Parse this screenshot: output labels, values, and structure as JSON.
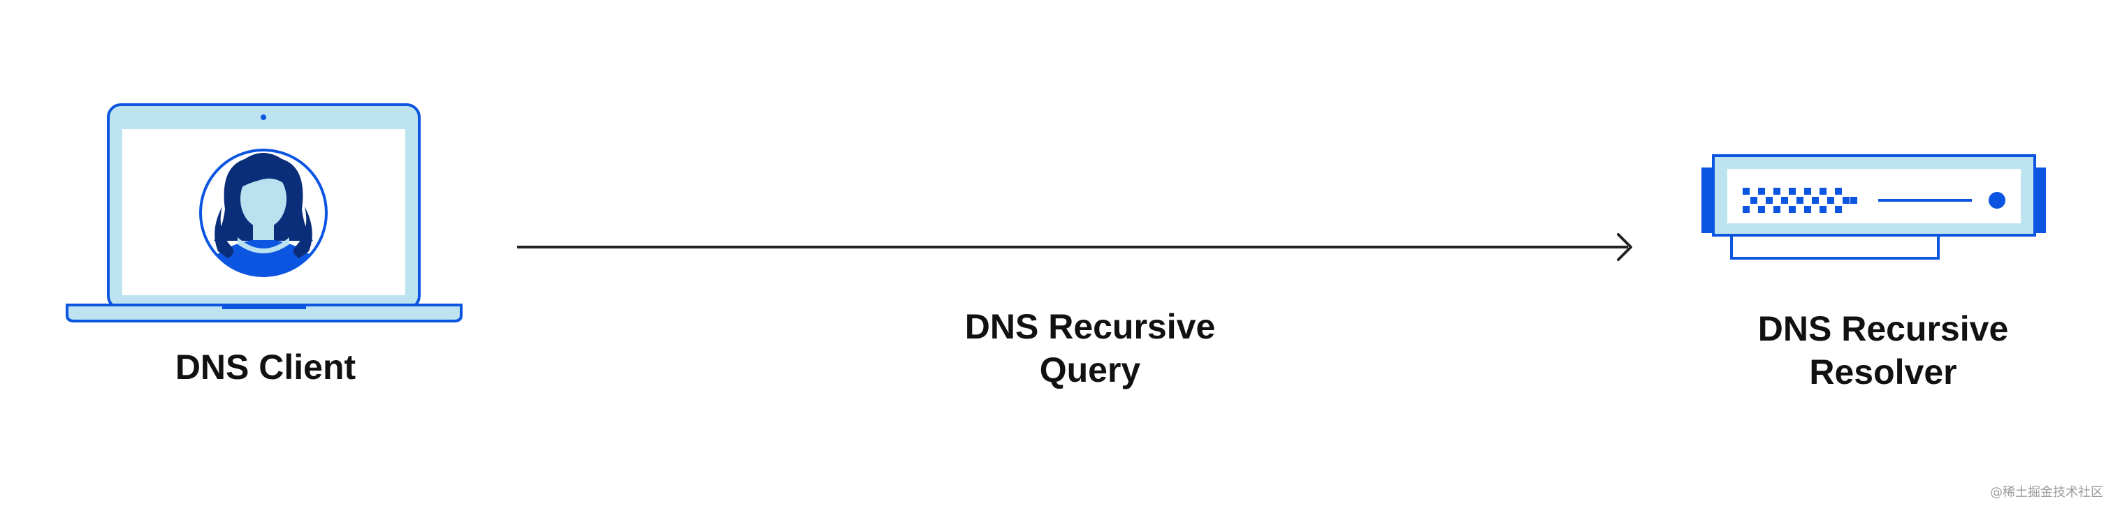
{
  "nodes": {
    "client": {
      "label_lines": [
        "DNS Client"
      ]
    },
    "resolver": {
      "label_lines": [
        "DNS Recursive",
        "Resolver"
      ]
    }
  },
  "edges": [
    {
      "from": "client",
      "to": "resolver",
      "label_lines": [
        "DNS Recursive",
        "Query"
      ]
    }
  ],
  "watermark": "@稀土掘金技术社区",
  "icons": {
    "client": "laptop-with-user-avatar-icon",
    "resolver": "server-icon"
  },
  "colors": {
    "primary_blue": "#0B55E0",
    "light_blue": "#BDE3F0",
    "dark_navy": "#0B2E7A",
    "face": "#B9E1F0",
    "arrow": "#222222"
  }
}
